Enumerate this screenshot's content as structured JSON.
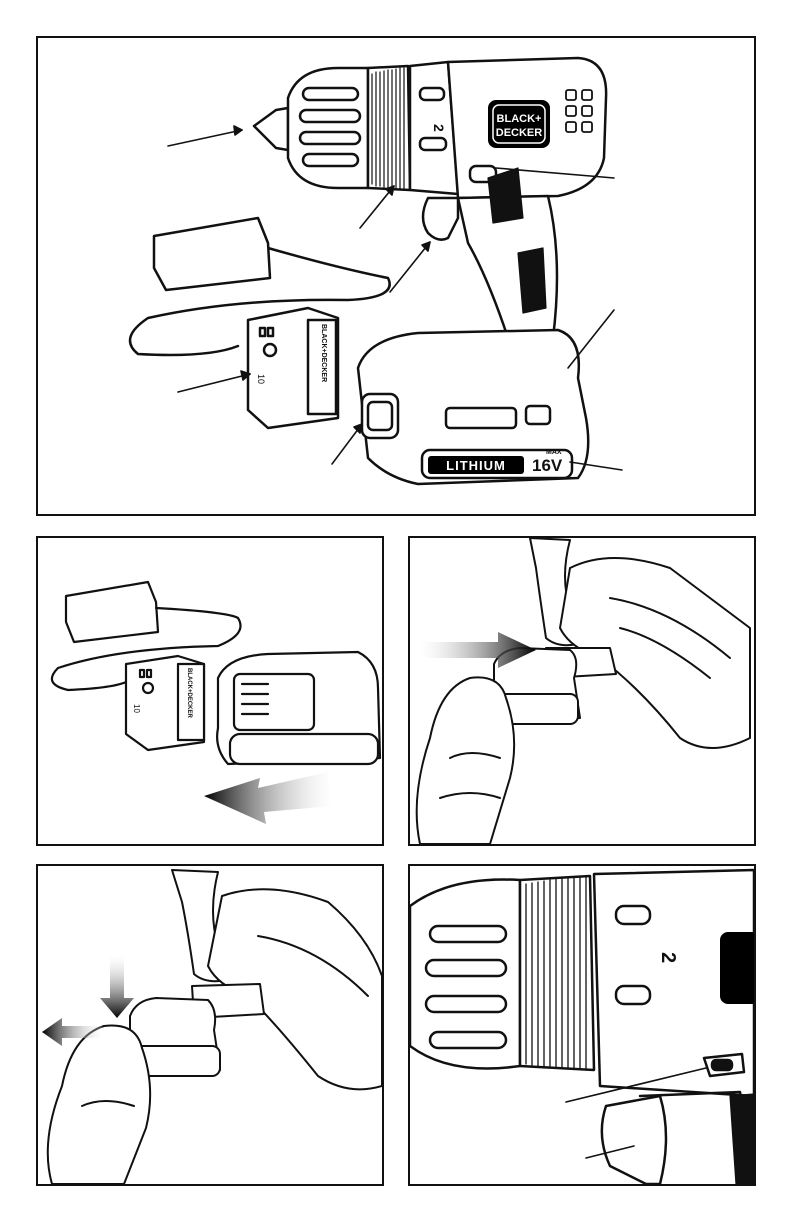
{
  "brand": {
    "line1": "BLACK+",
    "line2": "DECKER",
    "charger_label": "BLACK+DECKER"
  },
  "battery": {
    "type_label": "LITHIUM",
    "voltage_label": "16V",
    "max_label": "MAX"
  },
  "drill": {
    "speed_setting": "2"
  },
  "charger": {
    "indicator_symbol": "10"
  },
  "colors": {
    "ink": "#111111",
    "paper": "#ffffff",
    "badge": "#000000"
  }
}
